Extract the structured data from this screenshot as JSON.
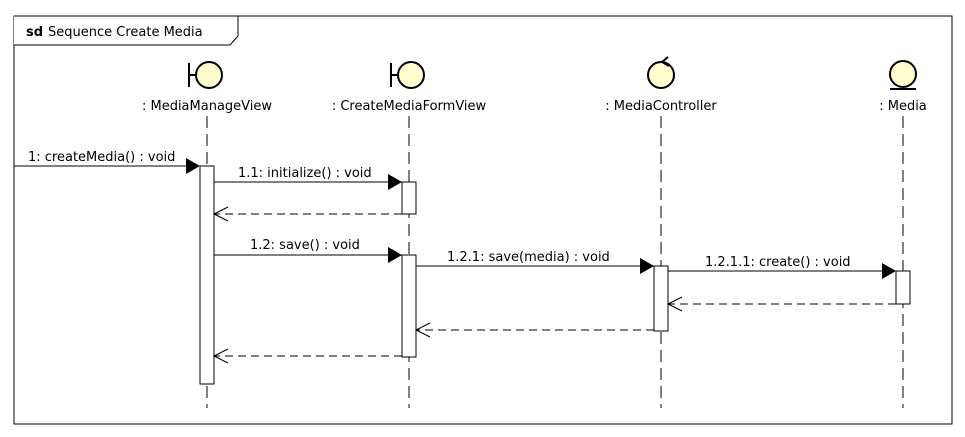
{
  "frame": {
    "keyword": "sd",
    "title": "Sequence Create Media"
  },
  "participants": [
    {
      "id": "p1",
      "name": ": MediaManageView",
      "stereotype": "boundary-icon"
    },
    {
      "id": "p2",
      "name": ": CreateMediaFormView",
      "stereotype": "boundary-icon"
    },
    {
      "id": "p3",
      "name": ": MediaController",
      "stereotype": "control-icon"
    },
    {
      "id": "p4",
      "name": ": Media",
      "stereotype": "entity-icon"
    }
  ],
  "messages": [
    {
      "label": "1: createMedia() : void",
      "kind": "sync"
    },
    {
      "label": "1.1: initialize() : void",
      "kind": "sync"
    },
    {
      "label": "",
      "kind": "return"
    },
    {
      "label": "1.2: save() : void",
      "kind": "sync"
    },
    {
      "label": "1.2.1: save(media) : void",
      "kind": "sync"
    },
    {
      "label": "1.2.1.1: create() : void",
      "kind": "sync"
    },
    {
      "label": "",
      "kind": "return"
    },
    {
      "label": "",
      "kind": "return"
    },
    {
      "label": "",
      "kind": "return"
    }
  ],
  "colors": {
    "icon_fill": "#FEFECE",
    "line": "#000000",
    "activation_fill": "#FFFFFF"
  }
}
